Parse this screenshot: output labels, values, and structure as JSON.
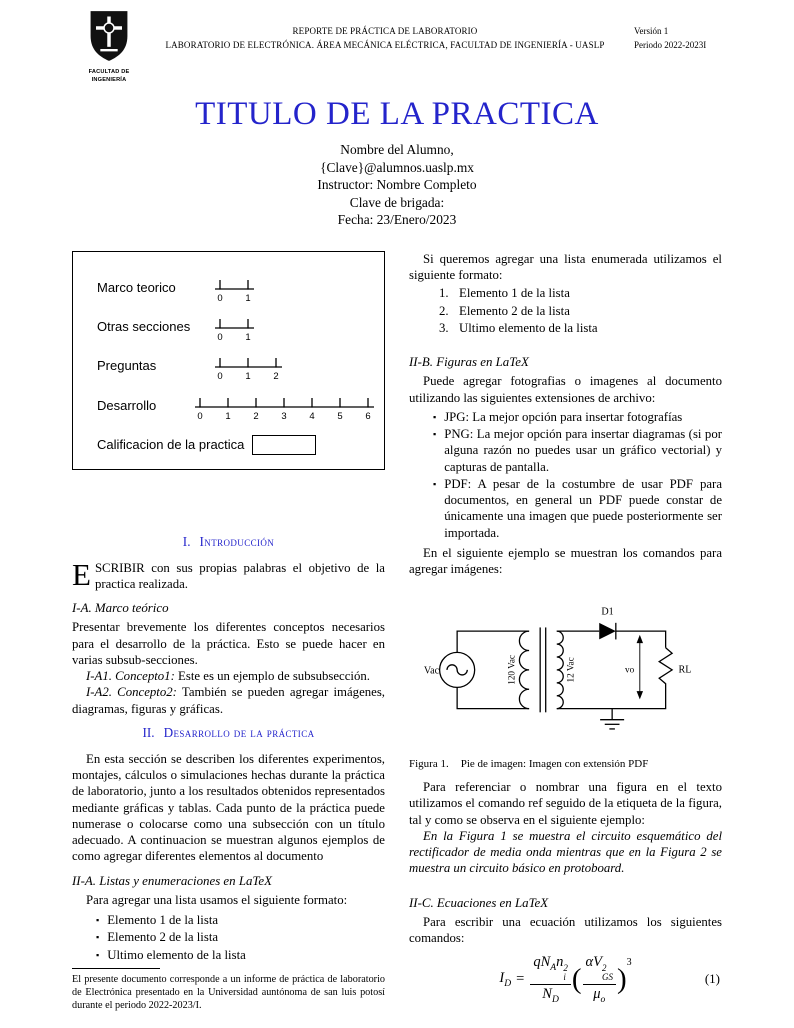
{
  "colors": {
    "accent_blue": "#2424cb"
  },
  "icons": {
    "bullet": "▪"
  },
  "page": {
    "header": {
      "center_line1": "REPORTE DE PRÁCTICA DE LABORATORIO",
      "center_line2": "LABORATORIO DE ELECTRÓNICA. ÁREA MECÁNICA ELÉCTRICA, FACULTAD DE INGENIERÍA - UASLP",
      "version": "Versión 1",
      "period": "Periodo 2022-2023I",
      "logo_caption": "FACULTAD DE INGENIERÍA"
    },
    "title": "TITULO DE LA PRACTICA",
    "author_block": {
      "name": "Nombre del Alumno,",
      "email": "{Clave}@alumnos.uaslp.mx",
      "instructor": "Instructor: Nombre Completo",
      "brigade": "Clave de brigada:",
      "date": "Fecha: 23/Enero/2023"
    }
  },
  "rubric": {
    "rows": [
      {
        "label": "Marco teorico",
        "ticks": [
          "0",
          "1"
        ]
      },
      {
        "label": "Otras secciones",
        "ticks": [
          "0",
          "1"
        ]
      },
      {
        "label": "Preguntas",
        "ticks": [
          "0",
          "1",
          "2"
        ]
      },
      {
        "label": "Desarrollo",
        "ticks": [
          "0",
          "1",
          "2",
          "3",
          "4",
          "5",
          "6"
        ]
      }
    ],
    "grade_label": "Calificacion de la practica"
  },
  "sections": {
    "intro": {
      "number": "I.",
      "heading": "Introducción",
      "dropcap": "E",
      "lead_rest": "SCRIBIR con sus propias palabras el objetivo de la practica realizada.",
      "sub_a": {
        "heading": "I-A. Marco teórico",
        "body": "Presentar brevemente los diferentes conceptos necesarios para el desarrollo de la práctica. Esto se puede hacer en varias subsub-secciones.",
        "sub1_label": "I-A1. Concepto1:",
        "sub1_text": "Este es un ejemplo de subsubsección.",
        "sub2_label": "I-A2. Concepto2:",
        "sub2_text": "También se pueden agregar imágenes, diagramas, figuras y gráficas."
      }
    },
    "desarrollo": {
      "number": "II.",
      "heading": "Desarrollo de la práctica",
      "body": "En esta sección se describen los diferentes experimentos, montajes, cálculos o simulaciones hechas durante la práctica de laboratorio, junto a los resultados obtenidos representados mediante gráficas y tablas. Cada punto de la práctica puede numerase o colocarse como una subsección con un título adecuado. A continuacion se muestran algunos ejemplos de como agregar diferentes elementos al documento",
      "sub_a_heading": "II-A. Listas y enumeraciones en LaTeX",
      "list_intro": "Para agregar una lista usamos el siguiente formato:",
      "bullet_list": [
        "Elemento 1 de la lista",
        "Elemento 2 de la lista",
        "Ultimo elemento de la lista"
      ],
      "enum_intro": "Si queremos agregar una lista enumerada utilizamos el siguiente formato:",
      "enum_list": [
        {
          "n": "1.",
          "text": "Elemento 1 de la lista"
        },
        {
          "n": "2.",
          "text": "Elemento 2 de la lista"
        },
        {
          "n": "3.",
          "text": "Ultimo elemento de la lista"
        }
      ],
      "sub_b_heading": "II-B. Figuras en LaTeX",
      "figures_intro": "Puede agregar fotografias o imagenes al documento utilizando las siguientes extensiones de archivo:",
      "format_list": [
        "JPG: La mejor opción para insertar fotografías",
        "PNG: La mejor opción para insertar diagramas (si por alguna razón no puedes usar un gráfico vectorial) y capturas de pantalla.",
        "PDF: A pesar de la costumbre de usar PDF para documentos, en general un PDF puede constar de únicamente una imagen que puede posteriormente ser importada."
      ],
      "figure_example_intro": "En el siguiente ejemplo se muestran los comandos para agregar imágenes:",
      "figure_caption_label": "Figura 1.",
      "figure_caption_text": "Pie de imagen: Imagen con extensión PDF",
      "ref_text": "Para referenciar o nombrar una figura en el texto utilizamos el comando ref seguido de la etiqueta de la figura, tal y como se observa en el siguiente ejemplo:",
      "ref_example": "En la Figura 1 se muestra el circuito esquemático del rectificador de media onda mientras que en la Figura 2 se muestra un circuito básico en protoboard.",
      "sub_c_heading": "II-C. Ecuaciones en LaTeX",
      "equation_intro": "Para escribir una ecuación utilizamos los siguientes comandos:"
    }
  },
  "circuit": {
    "source_label": "Vac",
    "primary_label": "120 Vac",
    "secondary_label": "12 Vac",
    "diode_label": "D1",
    "output_label": "vo",
    "load_label": "RL"
  },
  "equation": {
    "lhs_base": "I",
    "lhs_sub": "D",
    "equals": "=",
    "f1_num_a": "qN",
    "f1_num_a_sub": "A",
    "f1_num_b": "n",
    "f1_num_b_sub": "i",
    "f1_num_b_sup": "2",
    "f1_den": "N",
    "f1_den_sub": "D",
    "f2_num_a": "αV",
    "f2_num_a_sub": "GS",
    "f2_num_a_sup": "2",
    "f2_den": "μ",
    "f2_den_sub": "o",
    "paren_open": "(",
    "paren_close": ")",
    "outer_exp": "3",
    "eq_number": "(1)"
  },
  "footnote": "El presente documento corresponde a un informe de práctica de laboratorio de Electrónica presentado en la Universidad auntónoma de san luis potosí durante el periodo 2022-2023/I."
}
